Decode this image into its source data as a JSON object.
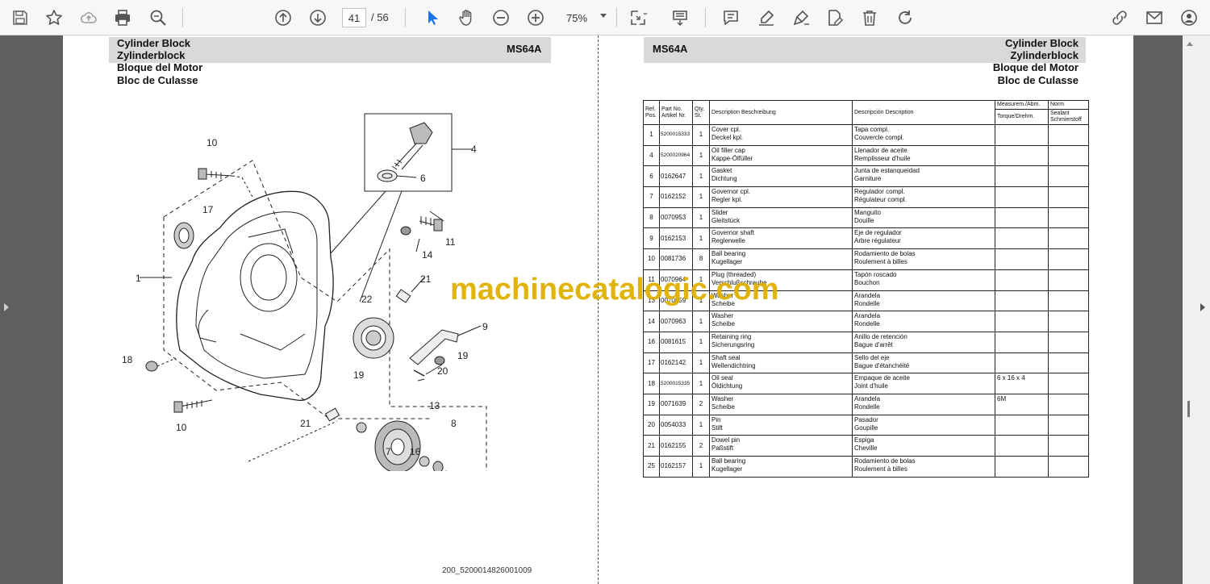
{
  "toolbar": {
    "page_current": "41",
    "page_total": "/ 56",
    "zoom": "75%"
  },
  "document": {
    "left_titles": [
      "Cylinder Block",
      "Zylinderblock",
      "Bloque del Motor",
      "Bloc de Culasse"
    ],
    "right_titles": [
      "Cylinder Block",
      "Zylinderblock",
      "Bloque del Motor",
      "Bloc de Culasse"
    ],
    "model_left": "MS64A",
    "model_right": "MS64A",
    "footer": "200_5200014826001009",
    "watermark": "machinecatalogic.com",
    "callouts": [
      {
        "id": "c10a",
        "label": "10"
      },
      {
        "id": "c17",
        "label": "17"
      },
      {
        "id": "c4",
        "label": "4"
      },
      {
        "id": "c6",
        "label": "6"
      },
      {
        "id": "c11",
        "label": "11"
      },
      {
        "id": "c14",
        "label": "14"
      },
      {
        "id": "c1",
        "label": "1"
      },
      {
        "id": "c21a",
        "label": "21"
      },
      {
        "id": "c22",
        "label": "22"
      },
      {
        "id": "c9",
        "label": "9"
      },
      {
        "id": "c19a",
        "label": "19"
      },
      {
        "id": "c20",
        "label": "20"
      },
      {
        "id": "c18",
        "label": "18"
      },
      {
        "id": "c19b",
        "label": "19"
      },
      {
        "id": "c13",
        "label": "13"
      },
      {
        "id": "c8",
        "label": "8"
      },
      {
        "id": "c10b",
        "label": "10"
      },
      {
        "id": "c21b",
        "label": "21"
      },
      {
        "id": "c7",
        "label": "7"
      },
      {
        "id": "c16",
        "label": "16"
      }
    ]
  },
  "table": {
    "headers": {
      "ref": "Ref. Pos.",
      "part": "Part No. Artikel Nr.",
      "qty": "Qty. St.",
      "desc": "Description Beschreibung",
      "desc_es": "Descripción Description",
      "measure": "Measurem./Abm.",
      "torque": "Torque/Drehm.",
      "norm": "Norm",
      "sealant": "Sealant Schmierstoff"
    },
    "rows": [
      {
        "ref": "1",
        "part": "5200015333",
        "qty": "1",
        "en": "Cover cpl.",
        "de": "Deckel kpl.",
        "es": "Tapa compl.",
        "fr": "Couvercle compl.",
        "measure": "",
        "small": true
      },
      {
        "ref": "4",
        "part": "5200020964",
        "qty": "1",
        "en": "Oil filler cap",
        "de": "Kappe-Ölfüller",
        "es": "Llenador de aceite",
        "fr": "Remplisseur d'huile",
        "measure": "",
        "small": true
      },
      {
        "ref": "6",
        "part": "0162647",
        "qty": "1",
        "en": "Gasket",
        "de": "Dichtung",
        "es": "Junta de estanqueidad",
        "fr": "Garniture",
        "measure": ""
      },
      {
        "ref": "7",
        "part": "0162152",
        "qty": "1",
        "en": "Governor cpl.",
        "de": "Regler kpl.",
        "es": "Regulador compl.",
        "fr": "Régulateur compl.",
        "measure": ""
      },
      {
        "ref": "8",
        "part": "0070953",
        "qty": "1",
        "en": "Slider",
        "de": "Gleitstück",
        "es": "Manguito",
        "fr": "Douille",
        "measure": ""
      },
      {
        "ref": "9",
        "part": "0162153",
        "qty": "1",
        "en": "Governor shaft",
        "de": "Reglerwelle",
        "es": "Eje de regulador",
        "fr": "Arbre régulateur",
        "measure": ""
      },
      {
        "ref": "10",
        "part": "0081736",
        "qty": "8",
        "en": "Ball bearing",
        "de": "Kugellager",
        "es": "Rodamiento de bolas",
        "fr": "Roulement à billes",
        "measure": ""
      },
      {
        "ref": "11",
        "part": "0070964",
        "qty": "1",
        "en": "Plug (threaded)",
        "de": "Verschlußschraube",
        "es": "Tapón roscado",
        "fr": "Bouchon",
        "measure": ""
      },
      {
        "ref": "13",
        "part": "0070959",
        "qty": "1",
        "en": "Washer",
        "de": "Scheibe",
        "es": "Arandela",
        "fr": "Rondelle",
        "measure": ""
      },
      {
        "ref": "14",
        "part": "0070963",
        "qty": "1",
        "en": "Washer",
        "de": "Scheibe",
        "es": "Arandela",
        "fr": "Rondelle",
        "measure": ""
      },
      {
        "ref": "16",
        "part": "0081615",
        "qty": "1",
        "en": "Retaining ring",
        "de": "Sicherungsring",
        "es": "Anillo de retención",
        "fr": "Bague d'arrêt",
        "measure": ""
      },
      {
        "ref": "17",
        "part": "0162142",
        "qty": "1",
        "en": "Shaft seal",
        "de": "Wellendichtring",
        "es": "Sello del eje",
        "fr": "Bague d'étanchéité",
        "measure": ""
      },
      {
        "ref": "18",
        "part": "5200015335",
        "qty": "1",
        "en": "Oil seal",
        "de": "Öldichtung",
        "es": "Empaque de aceite",
        "fr": "Joint d'huile",
        "measure": "6 x 16 x 4",
        "small": true
      },
      {
        "ref": "19",
        "part": "0071639",
        "qty": "2",
        "en": "Washer",
        "de": "Scheibe",
        "es": "Arandela",
        "fr": "Rondelle",
        "measure": "6M"
      },
      {
        "ref": "20",
        "part": "0054033",
        "qty": "1",
        "en": "Pin",
        "de": "Stift",
        "es": "Pasador",
        "fr": "Goupille",
        "measure": ""
      },
      {
        "ref": "21",
        "part": "0162155",
        "qty": "2",
        "en": "Dowel pin",
        "de": "Paßstift",
        "es": "Espiga",
        "fr": "Cheville",
        "measure": ""
      },
      {
        "ref": "25",
        "part": "0162157",
        "qty": "1",
        "en": "Ball bearing",
        "de": "Kugellager",
        "es": "Rodamiento de bolas",
        "fr": "Roulement à billes",
        "measure": ""
      }
    ]
  }
}
